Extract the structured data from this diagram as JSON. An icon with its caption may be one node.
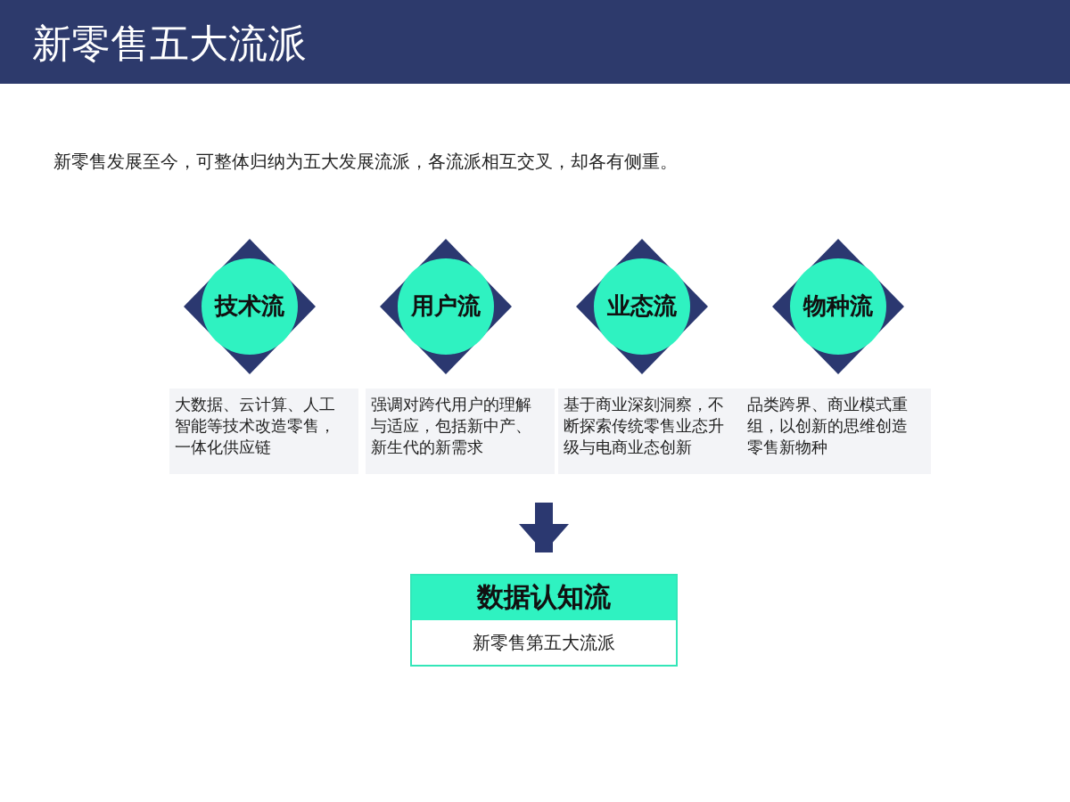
{
  "diagram": {
    "title": "新零售五大流派",
    "nodes": [
      {
        "text": [
          "技术流"
        ]
      },
      {
        "text": [
          "用户流"
        ]
      },
      {
        "text": [
          "业态流"
        ]
      },
      {
        "text": [
          "物种流"
        ]
      },
      {
        "text": [
          "大数据、云计算、人工智能等技术改造零售，一体化供应链"
        ]
      },
      {
        "text": [
          "强调对跨代用户的理解与适应，包括新中产、新生代的新需求"
        ]
      },
      {
        "text": [
          "基于商业深刻洞察，不断探索传统零售业态升级与电商业态创新"
        ]
      },
      {
        "text": [
          "品类跨界、商业模式重组，以创新的思维创造零售新物种"
        ]
      },
      {
        "text": [
          "数据认知流",
          "新零售第五大流派"
        ]
      }
    ],
    "edges": [
      {
        "from": null,
        "to": 8,
        "arrow": "to"
      }
    ],
    "labels": [
      "新零售发展至今，可整体归纳为五大发展流派，各流派相互交叉，却各有侧重。"
    ]
  }
}
